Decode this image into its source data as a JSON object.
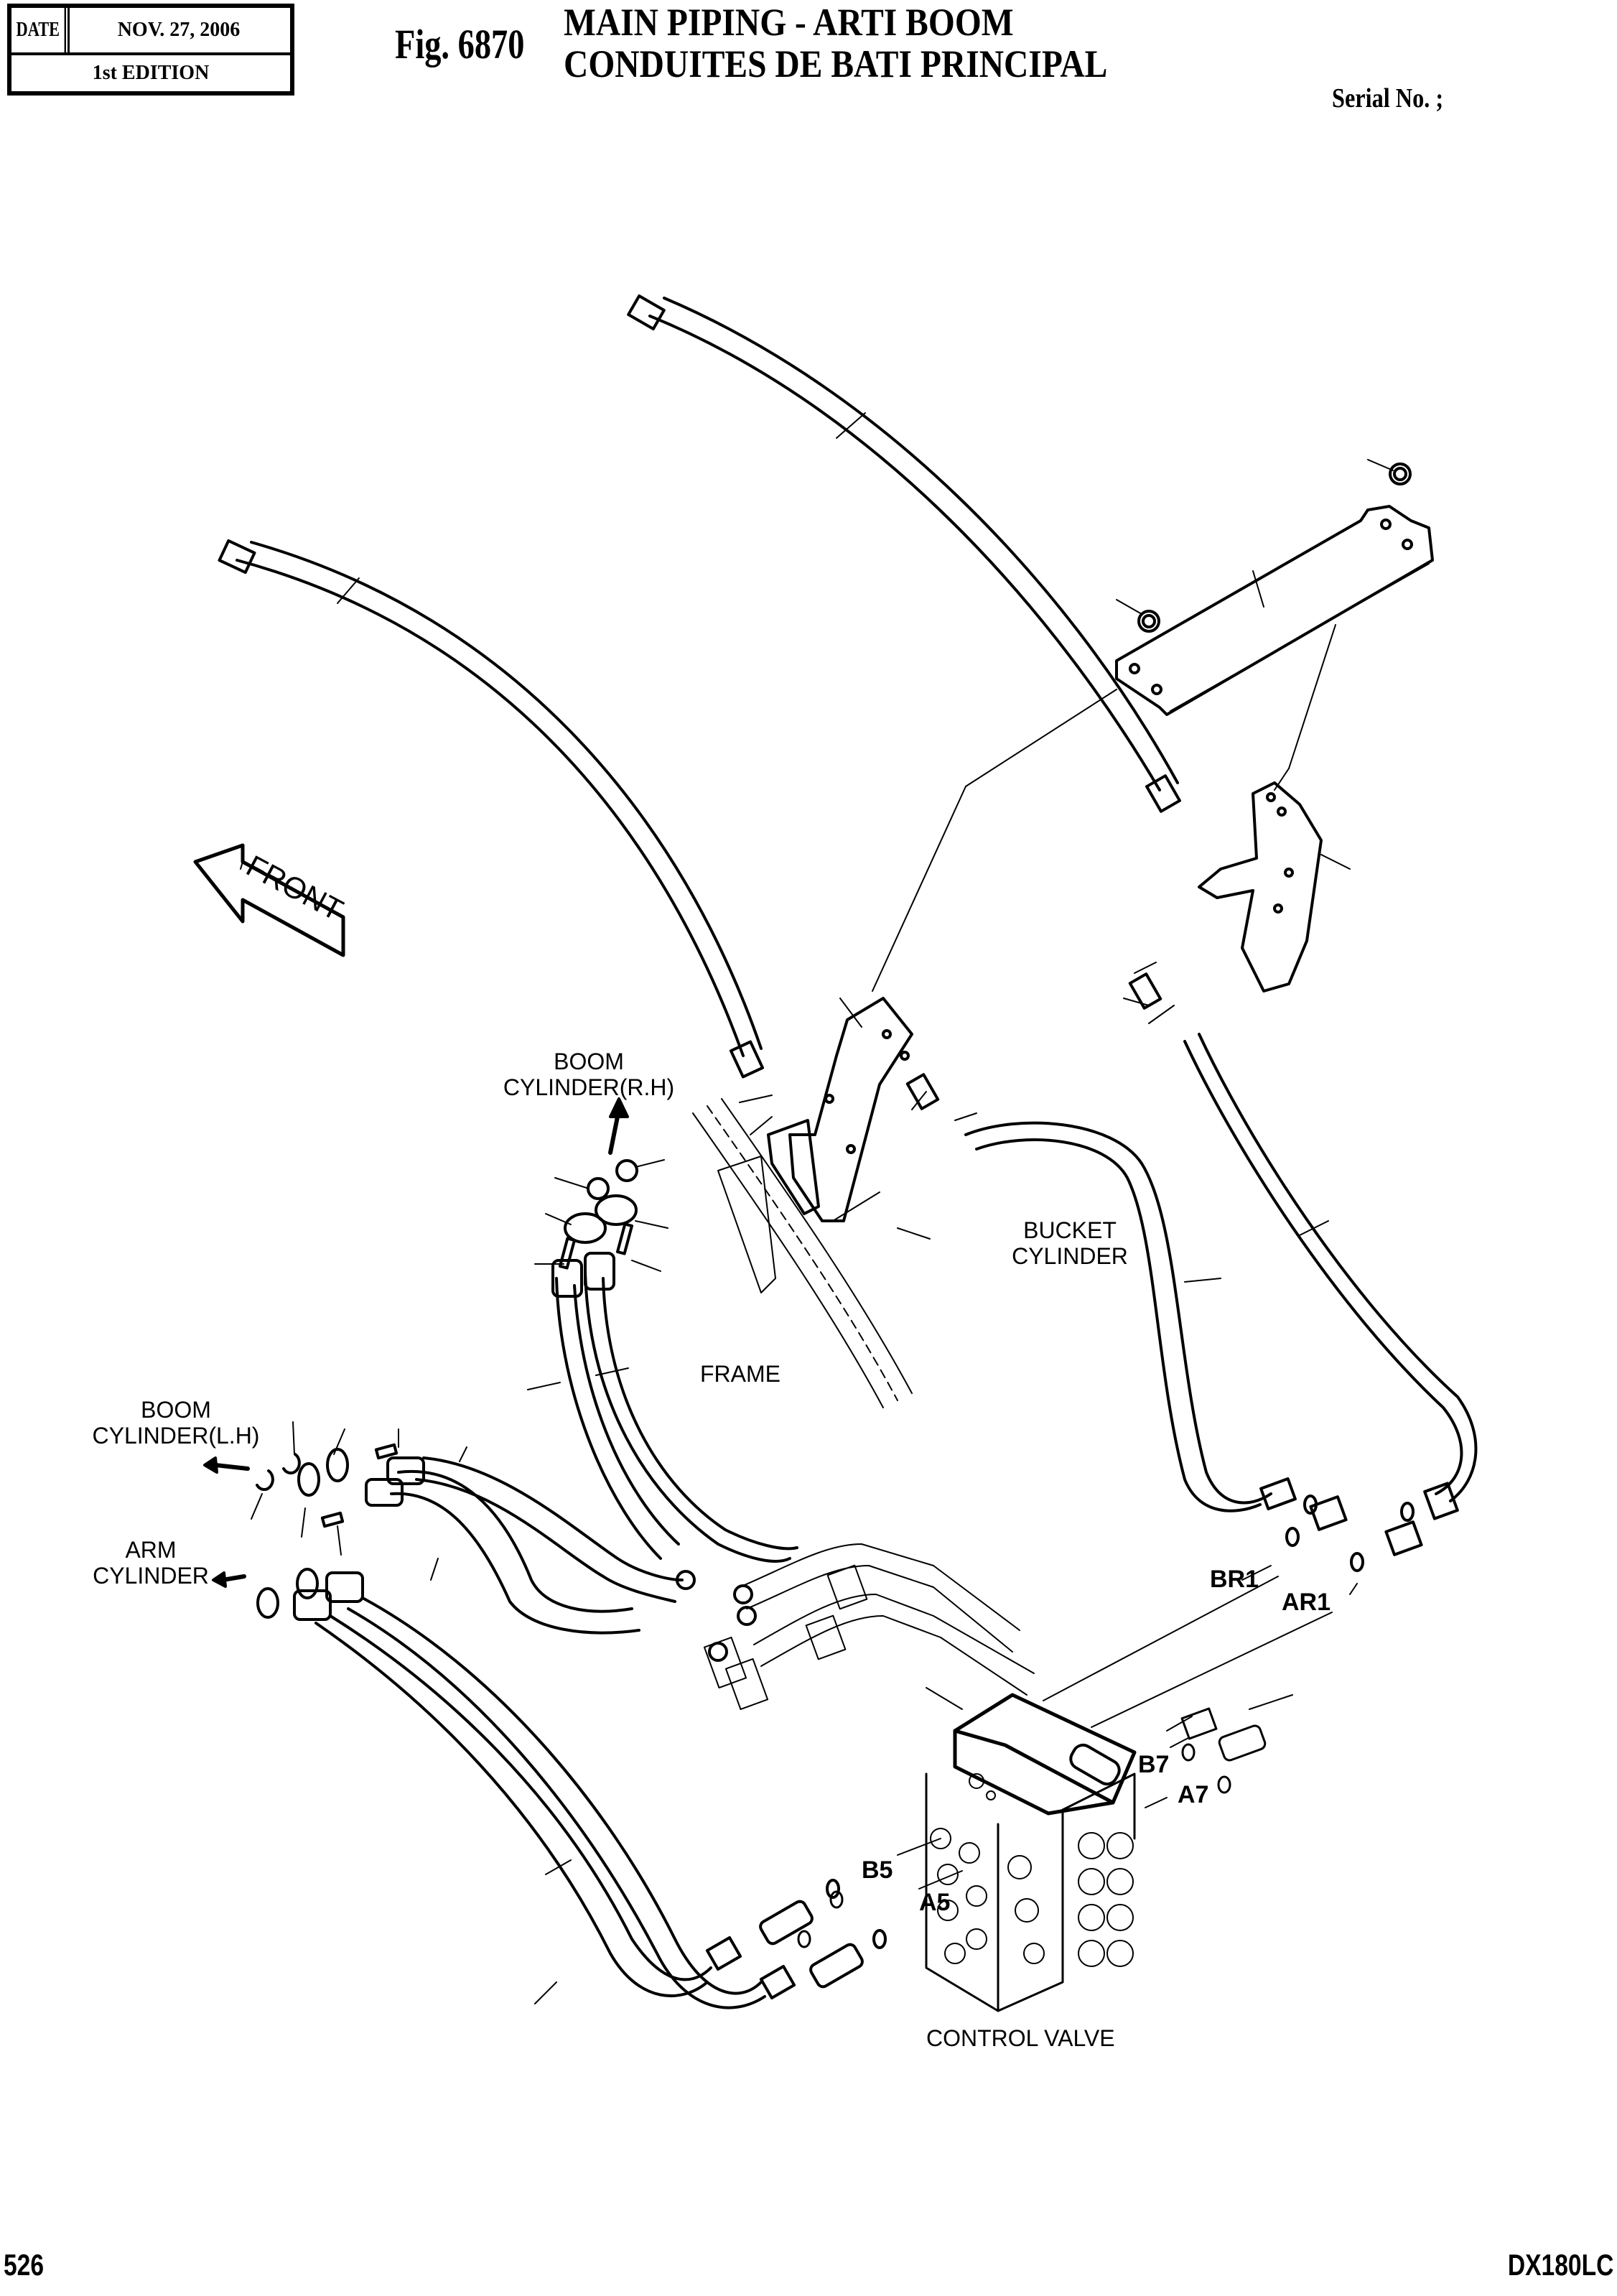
{
  "header": {
    "date_label": "DATE",
    "date_value": "NOV. 27, 2006",
    "edition": "1st EDITION",
    "figure_number": "Fig. 6870",
    "title_en": "MAIN PIPING - ARTI BOOM",
    "title_fr": "CONDUITES DE BATI PRINCIPAL",
    "serial_label": "Serial No. ;"
  },
  "direction_marker": {
    "label": "FRONT",
    "icon": "front-arrow-icon"
  },
  "callouts": {
    "boom_cylinder_rh": [
      "BOOM",
      "CYLINDER(R.H)"
    ],
    "boom_cylinder_lh": [
      "BOOM",
      "CYLINDER(L.H)"
    ],
    "arm_cylinder": [
      "ARM",
      "CYLINDER"
    ],
    "bucket_cylinder": [
      "BUCKET",
      "CYLINDER"
    ],
    "frame": "FRAME",
    "control_valve": "CONTROL VALVE"
  },
  "ports": {
    "br1": "BR1",
    "ar1": "AR1",
    "b7": "B7",
    "a7": "A7",
    "b5": "B5",
    "a5": "A5"
  },
  "footer": {
    "page_number": "526",
    "model": "DX180LC"
  }
}
